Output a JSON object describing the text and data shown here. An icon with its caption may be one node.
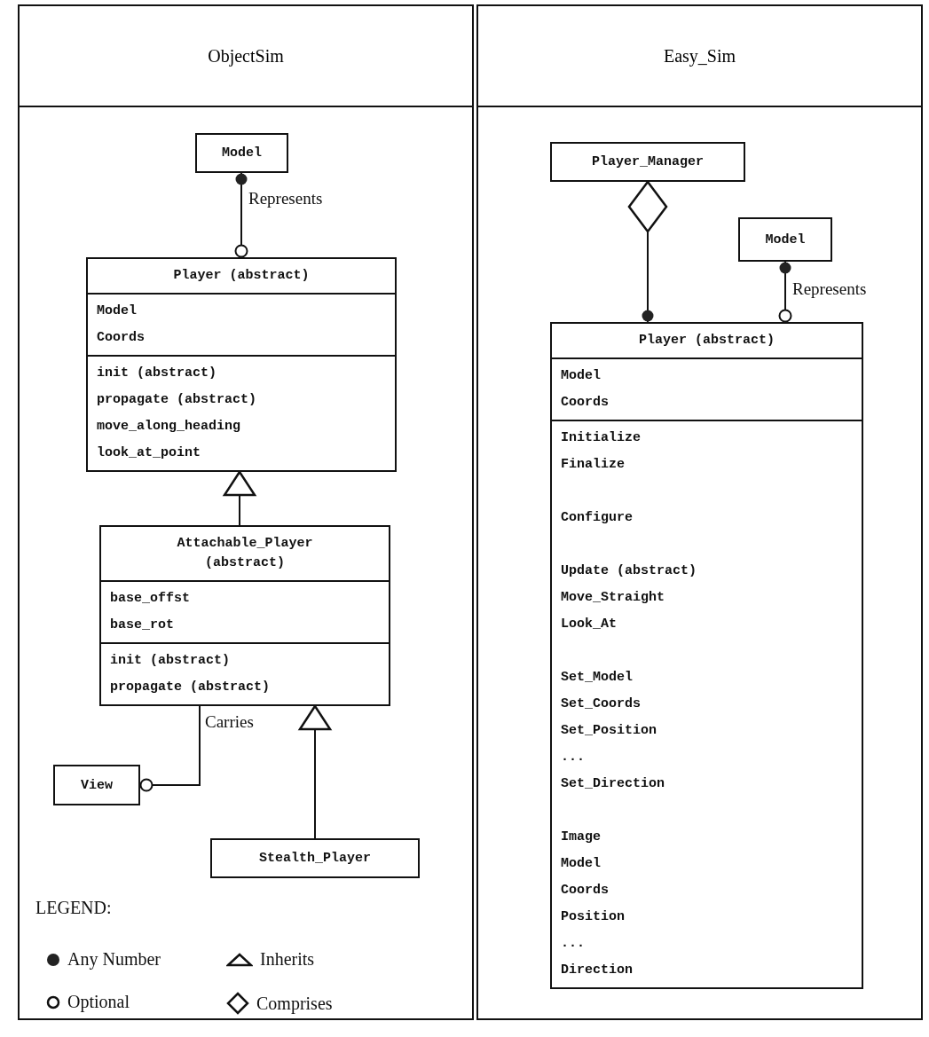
{
  "diagram": {
    "nodes": [
      {
        "text": [
          "ObjectSim"
        ]
      },
      {
        "text": [
          "Model"
        ],
        "in": 0
      },
      {
        "text": [
          "Player (abstract)",
          "Model",
          "Coords",
          "init (abstract)",
          "propagate (abstract)",
          "move_along_heading",
          "look_at_point"
        ],
        "in": 0
      },
      {
        "text": [
          "Attachable_Player (abstract)",
          "base_offst",
          "base_rot",
          "init (abstract)",
          "propagate (abstract)"
        ],
        "in": 0
      },
      {
        "text": [
          "View"
        ],
        "in": 0
      },
      {
        "text": [
          "Stealth_Player"
        ],
        "in": 0
      },
      {
        "text": [
          "Easy_Sim"
        ]
      },
      {
        "text": [
          "Player_Manager"
        ],
        "in": 6
      },
      {
        "text": [
          "Model"
        ],
        "in": 6
      },
      {
        "text": [
          "Player (abstract)",
          "Model",
          "Coords",
          "Initialize",
          "Finalize",
          "Configure",
          "Update (abstract)",
          "Move_Straight",
          "Look_At",
          "Set_Model",
          "Set_Coords",
          "Set_Position",
          "...",
          "Set_Direction",
          "Image",
          "Model",
          "Coords",
          "Position",
          "...",
          "Direction"
        ],
        "in": 6
      }
    ],
    "edges": [
      {
        "from": 1,
        "to": 2,
        "arrow": "other",
        "label": "Represents"
      },
      {
        "from": 3,
        "to": 2,
        "arrow": "to"
      },
      {
        "from": 5,
        "to": 3,
        "arrow": "to"
      },
      {
        "from": 3,
        "to": 4,
        "arrow": "other",
        "label": "Carries"
      },
      {
        "from": 7,
        "to": 9,
        "arrow": "other"
      },
      {
        "from": 8,
        "to": 9,
        "arrow": "other",
        "label": "Represents"
      }
    ],
    "labels": [
      "LEGEND:"
    ],
    "legend": [
      {
        "text": "Any Number"
      },
      {
        "text": "Inherits"
      },
      {
        "text": "Optional"
      },
      {
        "text": "Comprises"
      }
    ]
  }
}
